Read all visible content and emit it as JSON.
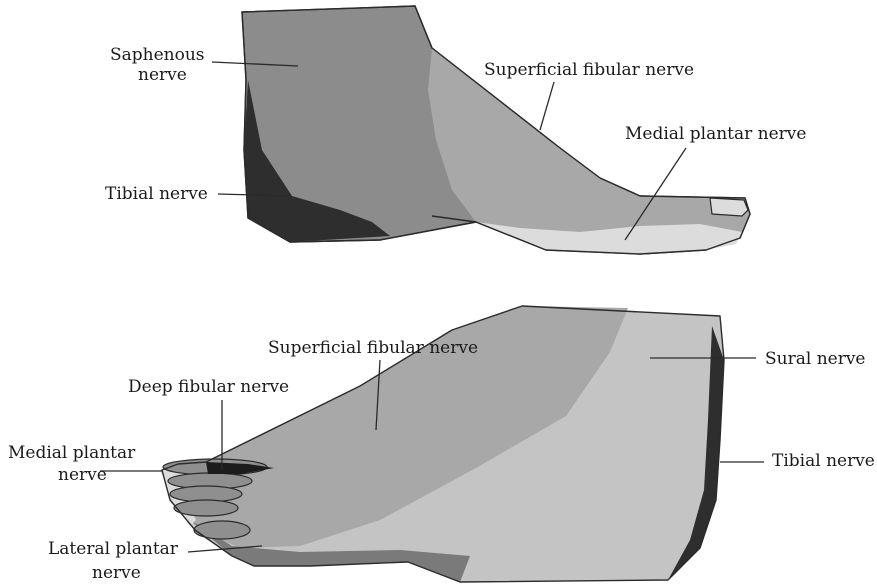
{
  "colors": {
    "saphenous": "#8c8c8c",
    "superficial_fibular": "#a8a8a8",
    "medial_plantar": "#dcdcdc",
    "tibial": "#2e2e2e",
    "sural": "#c4c4c4",
    "deep_fibular": "#1c1c1c",
    "lateral_plantar": "#7a7a7a",
    "outline": "#2b2b2b"
  },
  "medial_view": {
    "labels": {
      "saphenous_line1": "Saphenous",
      "saphenous_line2": "nerve",
      "superficial_fibular": "Superficial fibular nerve",
      "medial_plantar": "Medial plantar nerve",
      "tibial": "Tibial nerve"
    }
  },
  "lateral_view": {
    "labels": {
      "superficial_fibular": "Superficial fibular nerve",
      "deep_fibular": "Deep fibular nerve",
      "sural": "Sural nerve",
      "medial_plantar_line1": "Medial plantar",
      "medial_plantar_line2": "nerve",
      "tibial": "Tibial nerve",
      "lateral_plantar_line1": "Lateral plantar",
      "lateral_plantar_line2": "nerve"
    }
  }
}
